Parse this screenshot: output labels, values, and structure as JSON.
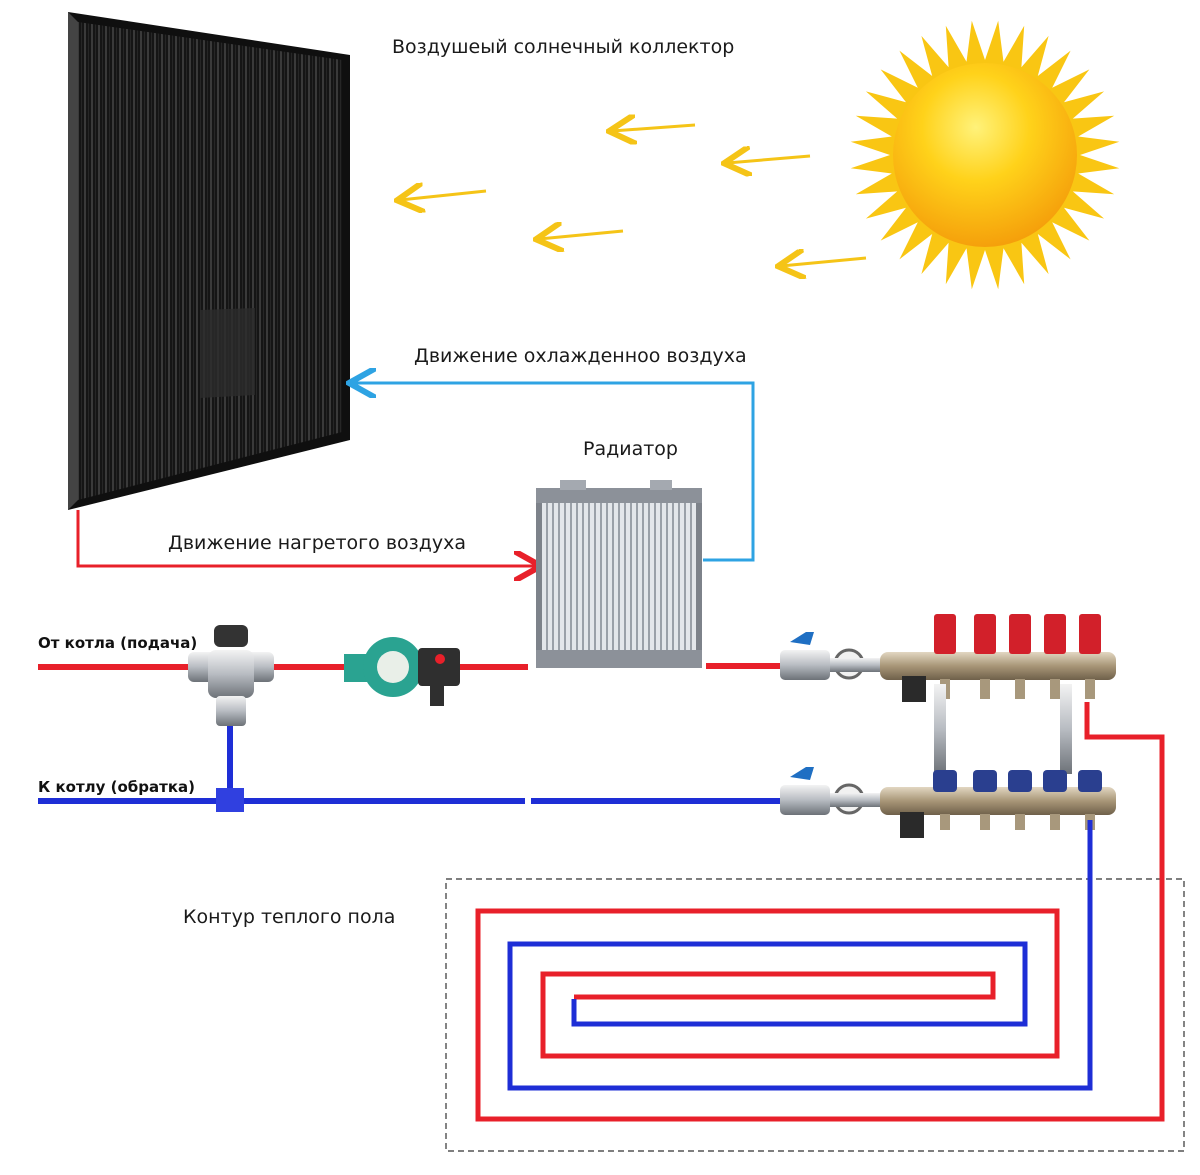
{
  "labels": {
    "collector": "Воздушеый солнечный коллектор",
    "cold_air": "Движение охлажденноо воздуха",
    "radiator": "Радиатор",
    "hot_air": "Движение нагретого воздуха",
    "supply": "От котла (подача)",
    "return": "К котлу (обратка)",
    "floor": "Контур теплого пола"
  },
  "colors": {
    "hot": "#e8202a",
    "cold": "#1e2ed6",
    "air_cold": "#2ea3e3",
    "sun_ray": "#f5c417",
    "sun_core": "#fbb10f",
    "panel": "#1b1b1b",
    "radiator": "#c9cdd3",
    "pump": "#2aa391",
    "manifold": "#b9a889",
    "red_cap": "#d2202a",
    "blue_cap": "#2a3f8f"
  },
  "icons": {
    "panel": "solar-air-collector-icon",
    "sun": "sun-icon",
    "radiator": "radiator-icon",
    "pump": "circulation-pump-icon",
    "mixing_valve": "mixing-valve-icon",
    "supply_manifold": "supply-manifold-icon",
    "return_manifold": "return-manifold-icon"
  }
}
